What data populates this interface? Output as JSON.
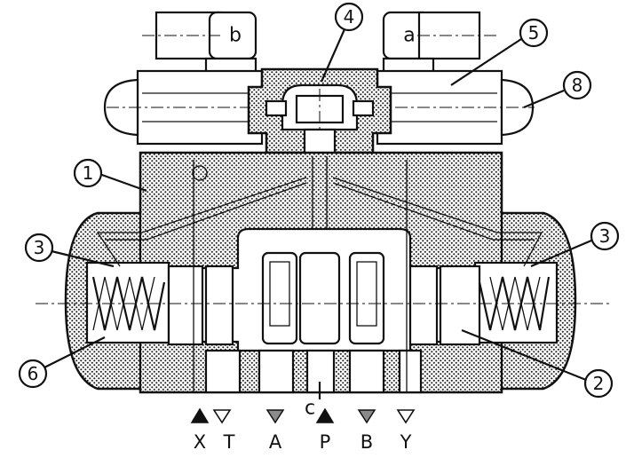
{
  "callouts": [
    {
      "id": "c1",
      "label": "1"
    },
    {
      "id": "c2",
      "label": "2"
    },
    {
      "id": "c3l",
      "label": "3"
    },
    {
      "id": "c3r",
      "label": "3"
    },
    {
      "id": "c4",
      "label": "4"
    },
    {
      "id": "c5",
      "label": "5"
    },
    {
      "id": "c6",
      "label": "6"
    },
    {
      "id": "c8",
      "label": "8"
    }
  ],
  "solenoids": {
    "left": "b",
    "right": "a"
  },
  "center_label": "c",
  "ports": [
    {
      "letter": "X",
      "symbol": "solid"
    },
    {
      "letter": "T",
      "symbol": "hollow"
    },
    {
      "letter": "A",
      "symbol": "gray"
    },
    {
      "letter": "P",
      "symbol": "solid"
    },
    {
      "letter": "B",
      "symbol": "gray"
    },
    {
      "letter": "Y",
      "symbol": "hollow"
    }
  ]
}
